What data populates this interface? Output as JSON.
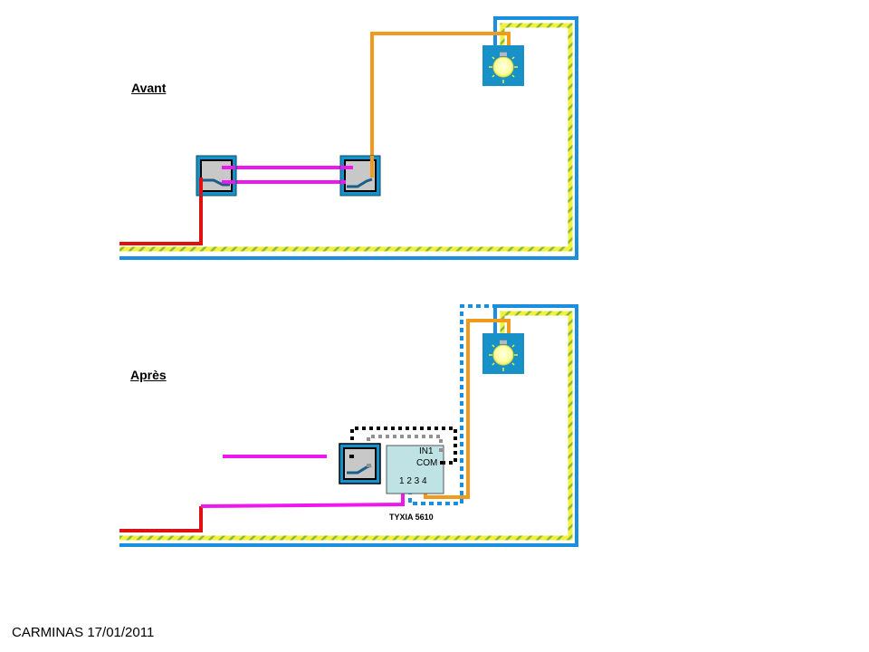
{
  "diagram": {
    "sections": [
      {
        "id": "before",
        "title": "Avant"
      },
      {
        "id": "after",
        "title": "Après"
      }
    ],
    "module": {
      "name": "TYXIA 5610",
      "terminal_in": "IN1",
      "terminal_com": "COM",
      "terminal_numbers": "1 2 3 4"
    },
    "footer": "CARMINAS 17/01/2011",
    "colors": {
      "phase": "#e01010",
      "neutral": "#1a8fe0",
      "earth_base": "#f2f23a",
      "earth_stripe": "#8fb83a",
      "switch_wire": "#ee18ee",
      "lamp_wire": "#f29a1c",
      "control_black": "#000000",
      "control_grey": "#909090",
      "device_blue": "#1890c8",
      "device_inner": "#c8c8c8",
      "module_fill": "#bfe3e5",
      "lamp_glow": "#ffffa8"
    },
    "components": {
      "before": [
        "two-way-switch-left",
        "two-way-switch-right",
        "lamp"
      ],
      "after": [
        "push-button",
        "tyxia-5610-module",
        "lamp"
      ]
    }
  }
}
